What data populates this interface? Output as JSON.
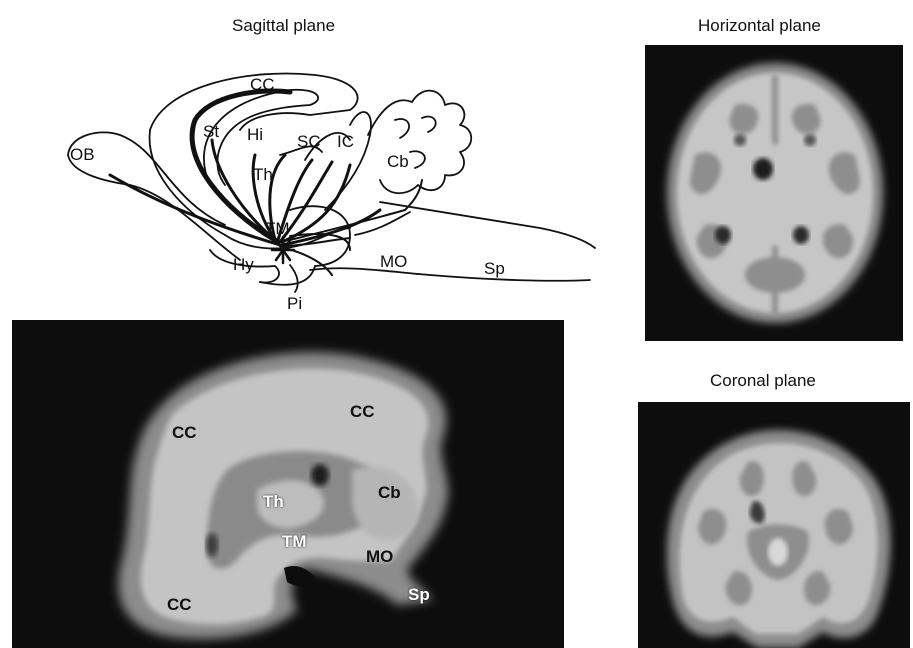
{
  "titles": {
    "sagittal": "Sagittal plane",
    "horizontal": "Horizontal plane",
    "coronal": "Coronal plane"
  },
  "diagram_labels": {
    "cc": "CC",
    "st": "St",
    "hi": "Hi",
    "sc": "SC",
    "ic": "IC",
    "cb": "Cb",
    "ob": "OB",
    "th": "Th",
    "tm": "TM",
    "hy": "Hy",
    "mo": "MO",
    "sp": "Sp",
    "pi": "Pi"
  },
  "mri_labels": {
    "cc_top": "CC",
    "cc_left": "CC",
    "cc_bottom": "CC",
    "cb": "Cb",
    "th": "Th",
    "tm": "TM",
    "mo": "MO",
    "sp": "Sp"
  },
  "colors": {
    "background": "#ffffff",
    "panel": "#0d0d0d",
    "tissue_light": "#c9c9c9",
    "tissue_mid": "#9a9a9a",
    "tissue_dark": "#5a5a5a",
    "line": "#111111"
  }
}
